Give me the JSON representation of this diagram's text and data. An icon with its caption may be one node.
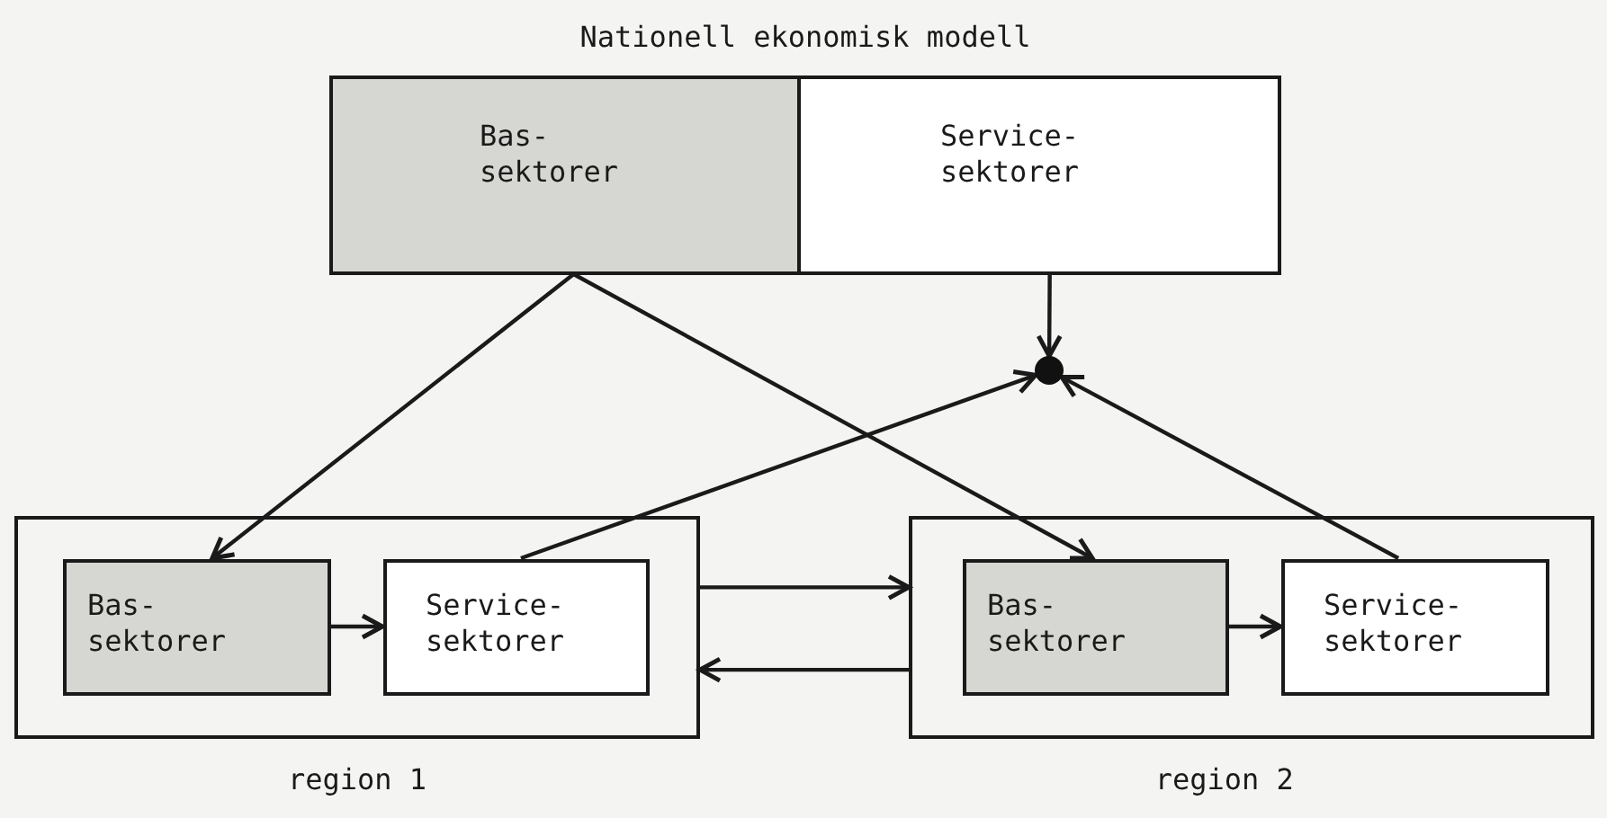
{
  "diagram": {
    "nodes": [
      {
        "text": [
          "Nationell ekonomisk modell"
        ]
      },
      {
        "text": [
          "Bas- sektorer"
        ],
        "in": 0
      },
      {
        "text": [
          "Service- sektorer"
        ],
        "in": 0
      },
      {
        "text": [],
        "shape": "circle"
      },
      {
        "text": [
          "region 1"
        ]
      },
      {
        "text": [
          "Bas- sektorer"
        ],
        "in": 4
      },
      {
        "text": [
          "Service- sektorer"
        ],
        "in": 4
      },
      {
        "text": [
          "region 2"
        ]
      },
      {
        "text": [
          "Bas- sektorer"
        ],
        "in": 7
      },
      {
        "text": [
          "Service- sektorer"
        ],
        "in": 7
      }
    ],
    "edges": [
      {
        "from": 1,
        "to": 5,
        "arrow": "to"
      },
      {
        "from": 1,
        "to": 8,
        "arrow": "to"
      },
      {
        "from": 2,
        "to": 3,
        "arrow": "to"
      },
      {
        "from": 6,
        "to": 3,
        "arrow": "to"
      },
      {
        "from": 9,
        "to": 3,
        "arrow": "to"
      },
      {
        "from": 5,
        "to": 6,
        "arrow": "to"
      },
      {
        "from": 8,
        "to": 9,
        "arrow": "to"
      },
      {
        "from": 4,
        "to": 7,
        "arrow": "to"
      },
      {
        "from": 7,
        "to": 4,
        "arrow": "to"
      }
    ]
  }
}
